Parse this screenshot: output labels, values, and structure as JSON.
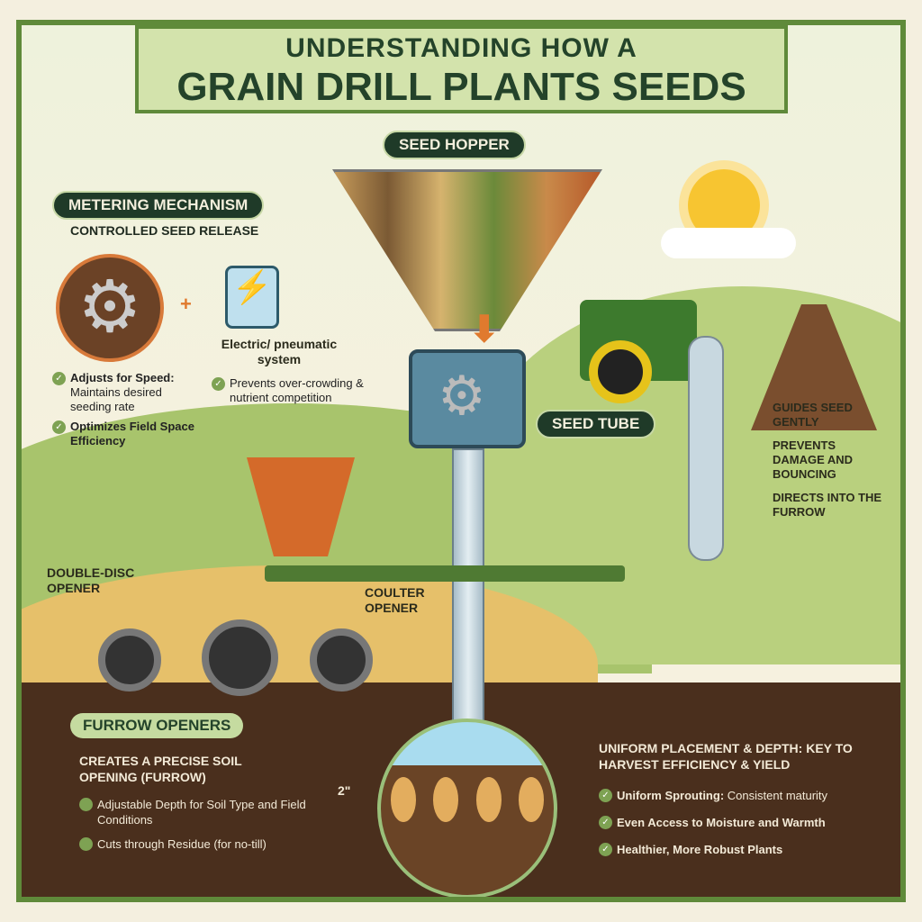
{
  "title": {
    "line1": "UNDERSTANDING HOW A",
    "line2": "GRAIN DRILL PLANTS SEEDS"
  },
  "seed_hopper": {
    "label": "SEED HOPPER"
  },
  "metering": {
    "title": "METERING MECHANISM",
    "subtitle": "CONTROLLED SEED RELEASE",
    "system_label": "Electric/ pneumatic system",
    "points": [
      {
        "bold": "Adjusts for Speed:",
        "text": "Maintains desired seeding rate"
      },
      {
        "bold": "Optimizes Field Space Efficiency",
        "text": ""
      }
    ],
    "system_point": "Prevents over-crowding & nutrient competition"
  },
  "seed_tube": {
    "label": "SEED TUBE",
    "points": [
      "GUIDES SEED GENTLY",
      "PREVENTS DAMAGE AND BOUNCING",
      "DIRECTS INTO THE FURROW"
    ]
  },
  "openers": {
    "double_disc": "DOUBLE-DISC OPENER",
    "coulter": "COULTER OPENER"
  },
  "furrow": {
    "title": "FURROW OPENERS",
    "subtitle": "CREATES A PRECISE SOIL OPENING (FURROW)",
    "points": [
      "Adjustable Depth for Soil Type and Field Conditions",
      "Cuts through Residue (for no-till)"
    ]
  },
  "depth": {
    "value": "2\""
  },
  "uniform": {
    "title": "UNIFORM PLACEMENT & DEPTH: KEY TO HARVEST EFFICIENCY & YIELD",
    "points": [
      {
        "bold": "Uniform Sprouting:",
        "text": "Consistent maturity"
      },
      {
        "bold": "Even Access to Moisture and Warmth",
        "text": ""
      },
      {
        "bold": "Healthier, More Robust Plants",
        "text": ""
      }
    ]
  },
  "colors": {
    "frame": "#5f8a3a",
    "soil": "#4a2f1d",
    "label_bg": "#1f3a28",
    "accent": "#e07a2e"
  }
}
